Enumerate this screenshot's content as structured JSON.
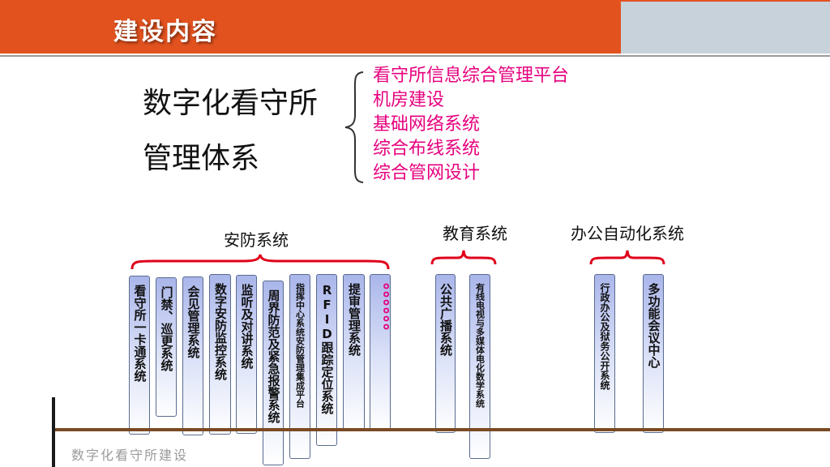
{
  "header": {
    "title": "建设内容"
  },
  "main": {
    "title_line1": "数字化看守所",
    "title_line2": "管理体系"
  },
  "sub_items": [
    "看守所信息综合管理平台",
    "机房建设",
    "基础网络系统",
    "综合布线系统",
    "综合管网设计"
  ],
  "categories": {
    "security": "安防系统",
    "education": "教育系统",
    "office": "办公自动化系统"
  },
  "bars": [
    "看守所一卡通系统",
    "门禁、巡更系统",
    "会见管理系统",
    "数字安防监控系统",
    "监听及对讲系统",
    "周界防范及紧急报警系统",
    "指挥中心系统安防管理集成平台",
    "RFID跟踪定位系统",
    "提审管理系统",
    "。。。。。。",
    "公共广播系统",
    "有线电视与多媒体电化数学系统",
    "行政办公及狱务公开系统",
    "多功能会议中心"
  ],
  "footer": {
    "text": "数字化看守所建设"
  },
  "colors": {
    "header": "#e2521f",
    "accent": "#e6007e",
    "brace": "#e0001a"
  }
}
